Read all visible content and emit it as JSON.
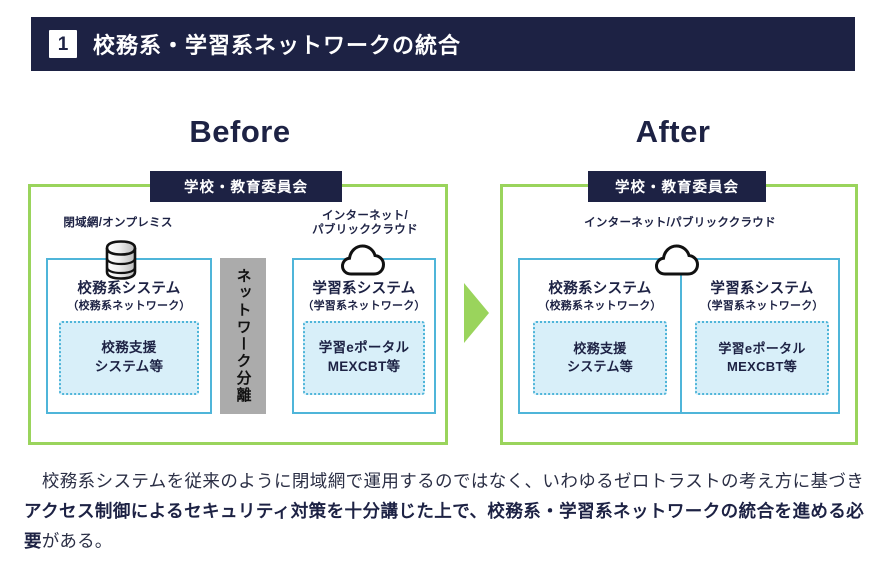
{
  "header": {
    "number": "1",
    "title": "校務系・学習系ネットワークの統合"
  },
  "sections": {
    "before": {
      "title": "Before",
      "org_label": "学校・教育委員会",
      "left_caption": "閉域網/オンプレミス",
      "right_caption_line1": "インターネット/",
      "right_caption_line2": "パブリッククラウド",
      "separator_text": "ネットワーク分離",
      "left_system": {
        "heading": "校務系システム",
        "sub": "（校務系ネットワーク）",
        "inner_line1": "校務支援",
        "inner_line2": "システム等"
      },
      "right_system": {
        "heading": "学習系システム",
        "sub": "（学習系ネットワーク）",
        "inner_line1": "学習eポータル",
        "inner_line2": "MEXCBT等"
      }
    },
    "after": {
      "title": "After",
      "org_label": "学校・教育委員会",
      "caption": "インターネット/パブリッククラウド",
      "left_system": {
        "heading": "校務系システム",
        "sub": "（校務系ネットワーク）",
        "inner_line1": "校務支援",
        "inner_line2": "システム等"
      },
      "right_system": {
        "heading": "学習系システム",
        "sub": "（学習系ネットワーク）",
        "inner_line1": "学習eポータル",
        "inner_line2": "MEXCBT等"
      }
    }
  },
  "body": {
    "part1": "　校務系システムを従来のように閉域網で運用するのではなく、いわゆるゼロトラストの考え方に基づき",
    "part2_bold": "アクセス制御によるセキュリティ対策を十分講じた上で、校務系・学習系ネットワークの統合を進める必要",
    "part3": "がある。"
  },
  "icons": {
    "database": "database-icon",
    "cloud": "cloud-icon",
    "arrow": "arrow-right-icon"
  },
  "colors": {
    "navy": "#1d2244",
    "green": "#9ad45c",
    "blue": "#4fb5d9",
    "light_blue_fill": "#d8eff9",
    "gray_band": "#ababab"
  }
}
